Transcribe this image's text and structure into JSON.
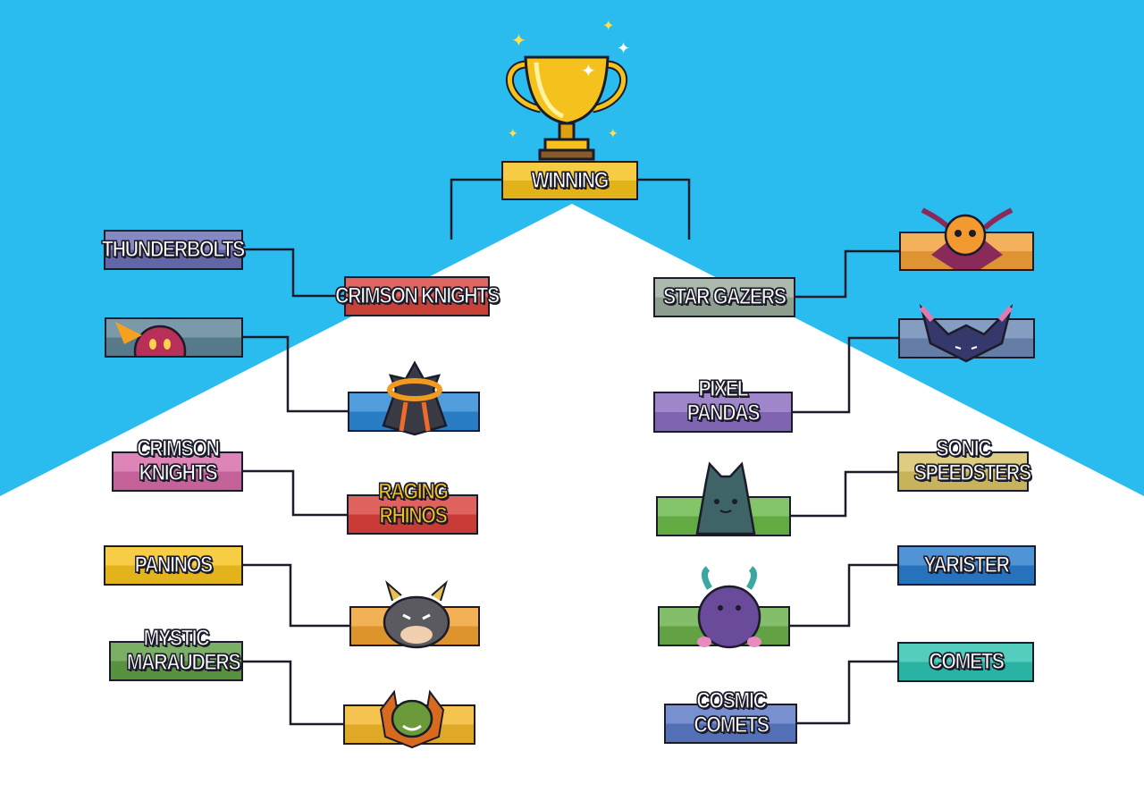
{
  "final": {
    "label": "WINNING",
    "color": "#f5c11c"
  },
  "left_round1": [
    {
      "label": "THUNDERBOLTS",
      "color": "#6a6fb5"
    },
    {
      "label": "",
      "mascot": "red-spider-monster",
      "color": "#5e8496"
    },
    {
      "label": "CRIMSON KNIGHTS",
      "color": "#d46aa6"
    },
    {
      "label": "PANINOS",
      "color": "#f5c21c"
    },
    {
      "label": "MYSTIC MARAUDERS",
      "color": "#5f9e44"
    }
  ],
  "left_round2": [
    {
      "label": "CRIMSON KNIGHTS",
      "color": "#d9463c"
    },
    {
      "label": "",
      "mascot": "dark-hooded-monster",
      "color": "#2b88d6"
    },
    {
      "label": "RAGING RHINOS",
      "color": "#d9403a"
    },
    {
      "label": "",
      "mascot": "horned-gray-monster",
      "color": "#f0a030"
    },
    {
      "label": "",
      "mascot": "green-leaf-monster",
      "color": "#f2b62a"
    }
  ],
  "right_round2": [
    {
      "label": "STAR GAZERS",
      "color": "#9aab9b"
    },
    {
      "label": "PIXEL PANDAS",
      "color": "#8a6cc0"
    },
    {
      "label": "",
      "mascot": "teal-cat-monster",
      "color": "#6ab848"
    },
    {
      "label": "",
      "mascot": "purple-horned-monster",
      "color": "#6ab04a"
    },
    {
      "label": "COSMIC COMETS",
      "color": "#5a78c6"
    }
  ],
  "right_round1": [
    {
      "label": "",
      "mascot": "orange-fox-monster",
      "color": "#f2a038"
    },
    {
      "label": "",
      "mascot": "navy-bat-monster",
      "color": "#6c88b4"
    },
    {
      "label": "SONIC SPEEDSTERS",
      "color": "#d7c264"
    },
    {
      "label": "YARISTER",
      "color": "#2a7ccc"
    },
    {
      "label": "COMETS",
      "color": "#2ec2b0"
    }
  ],
  "colors": {
    "sky": "#2bbcef",
    "floor": "#ffffff",
    "line": "#1b1b2a",
    "trophy": "#f5c11c"
  }
}
